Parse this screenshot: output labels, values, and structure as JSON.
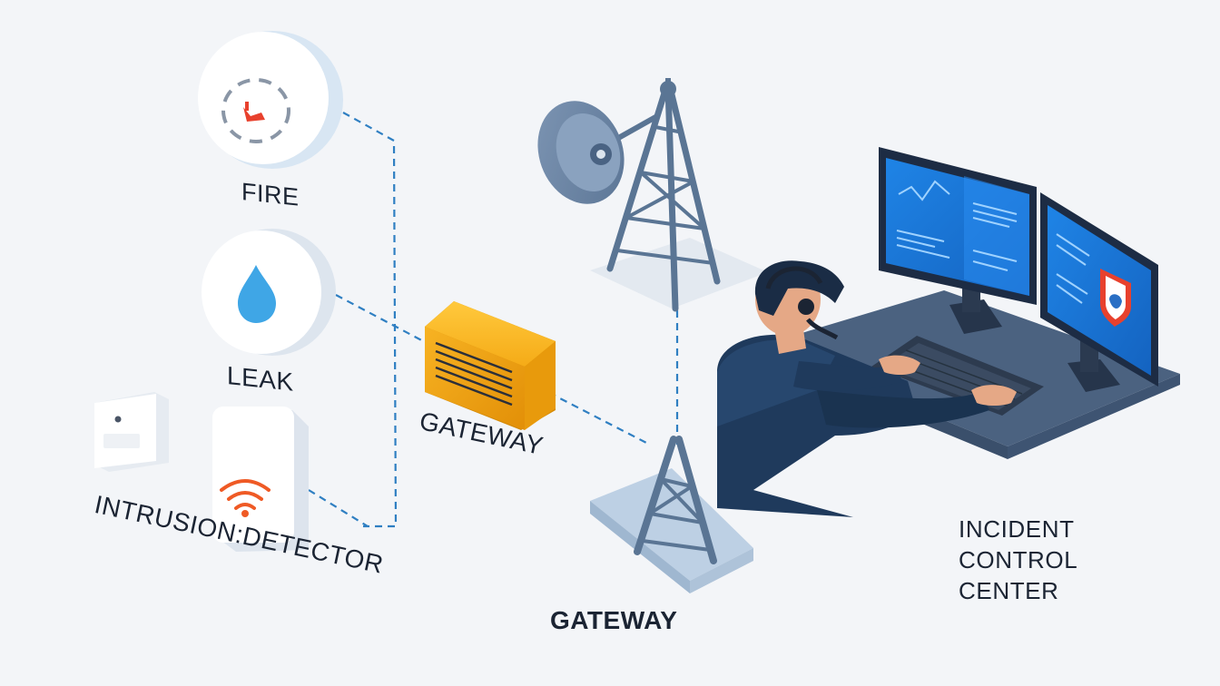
{
  "labels": {
    "fire": "FIRE",
    "leak": "LEAK",
    "intrusion_detector": "INTRUSION:DETECTOR",
    "gateway_box": "GATEWAY",
    "gateway_tower": "GATEWAY",
    "control_center": [
      "INCIDENT",
      "CONTROL",
      "CENTER"
    ]
  },
  "icons": {
    "fire_sensor": "smoke-detector-icon",
    "leak_sensor": "water-drop-icon",
    "intrusion_sensor": "wifi-signal-icon",
    "gateway": "gateway-box-icon",
    "satellite": "satellite-dish-tower-icon",
    "radio_tower": "radio-tower-icon",
    "operator": "operator-at-desk-icon",
    "alert": "shield-alert-icon"
  },
  "colors": {
    "background": "#f3f5f8",
    "connector": "#2f7fc2",
    "gateway": "#f2ab1d",
    "tower": "#5a7594",
    "operator": "#1f3a5c",
    "screen": "#1a73d6",
    "alert": "#e8412d",
    "water": "#3fa6e6"
  }
}
